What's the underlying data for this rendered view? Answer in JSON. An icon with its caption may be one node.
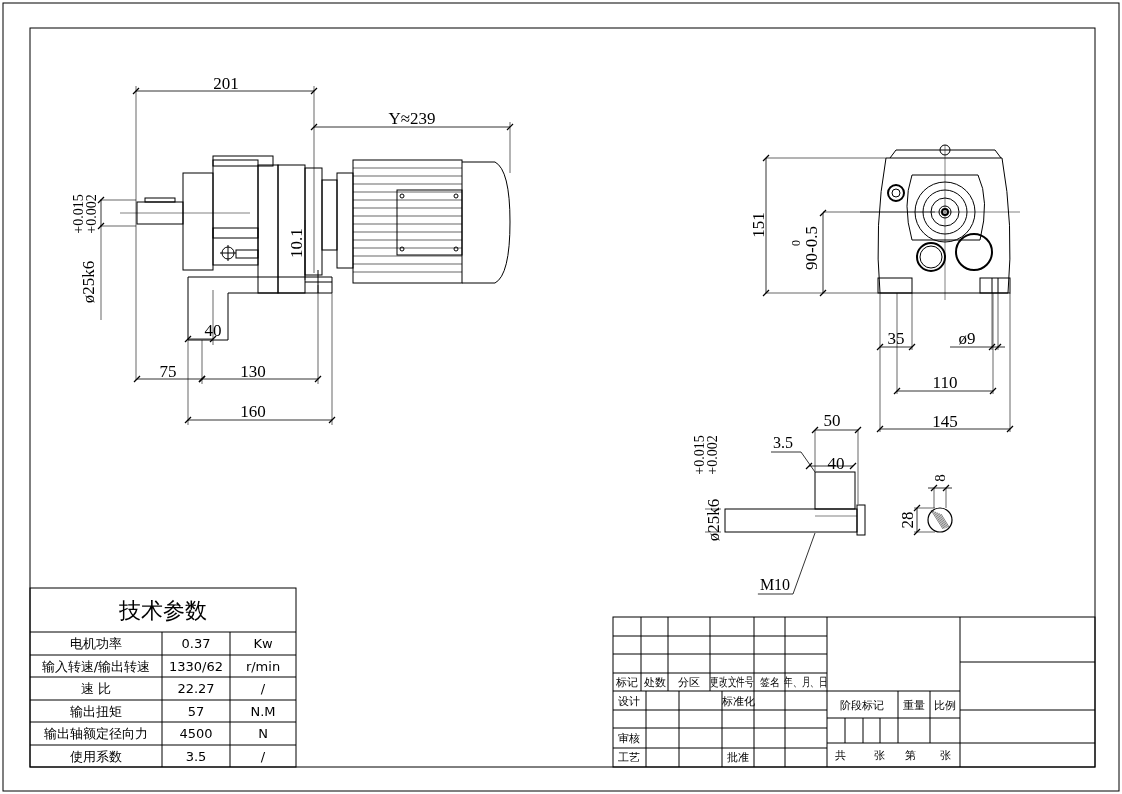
{
  "diagram": {
    "nodes": [
      {
        "text": [
          "3.5"
        ]
      },
      {
        "text": [
          "M10"
        ]
      },
      {
        "text": [],
        "shape": "picture"
      }
    ],
    "edges": [
      {
        "from": 0,
        "to": 2,
        "arrow": "none"
      },
      {
        "from": 1,
        "to": 2,
        "arrow": "none"
      }
    ],
    "labels": [
      "201",
      "Y≈239",
      "+0.015",
      "+0.002",
      "ø25k6",
      "10.1",
      "40",
      "75",
      "130",
      "160",
      "151",
      "0",
      "90-0.5",
      "35",
      "ø9",
      "110",
      "50",
      "145",
      "+0.015",
      "+0.002",
      "40",
      "ø25k6",
      "8",
      "28",
      "技术参数",
      "电机功率",
      "0.37",
      "Kw",
      "输入转速/输出转速",
      "1330/62",
      "r/min",
      "速 比",
      "22.27",
      "/",
      "输出扭矩",
      "57",
      "N.M",
      "输出轴额定径向力",
      "4500",
      "N",
      "使用系数",
      "3.5",
      "/",
      "标记",
      "处数",
      "分区",
      "更改文件号",
      "签名",
      "年、月、日",
      "设计",
      "标准化",
      "阶段标记",
      "重量",
      "比例",
      "审核",
      "工艺",
      "批准",
      "共",
      "张",
      "第",
      "张"
    ]
  }
}
